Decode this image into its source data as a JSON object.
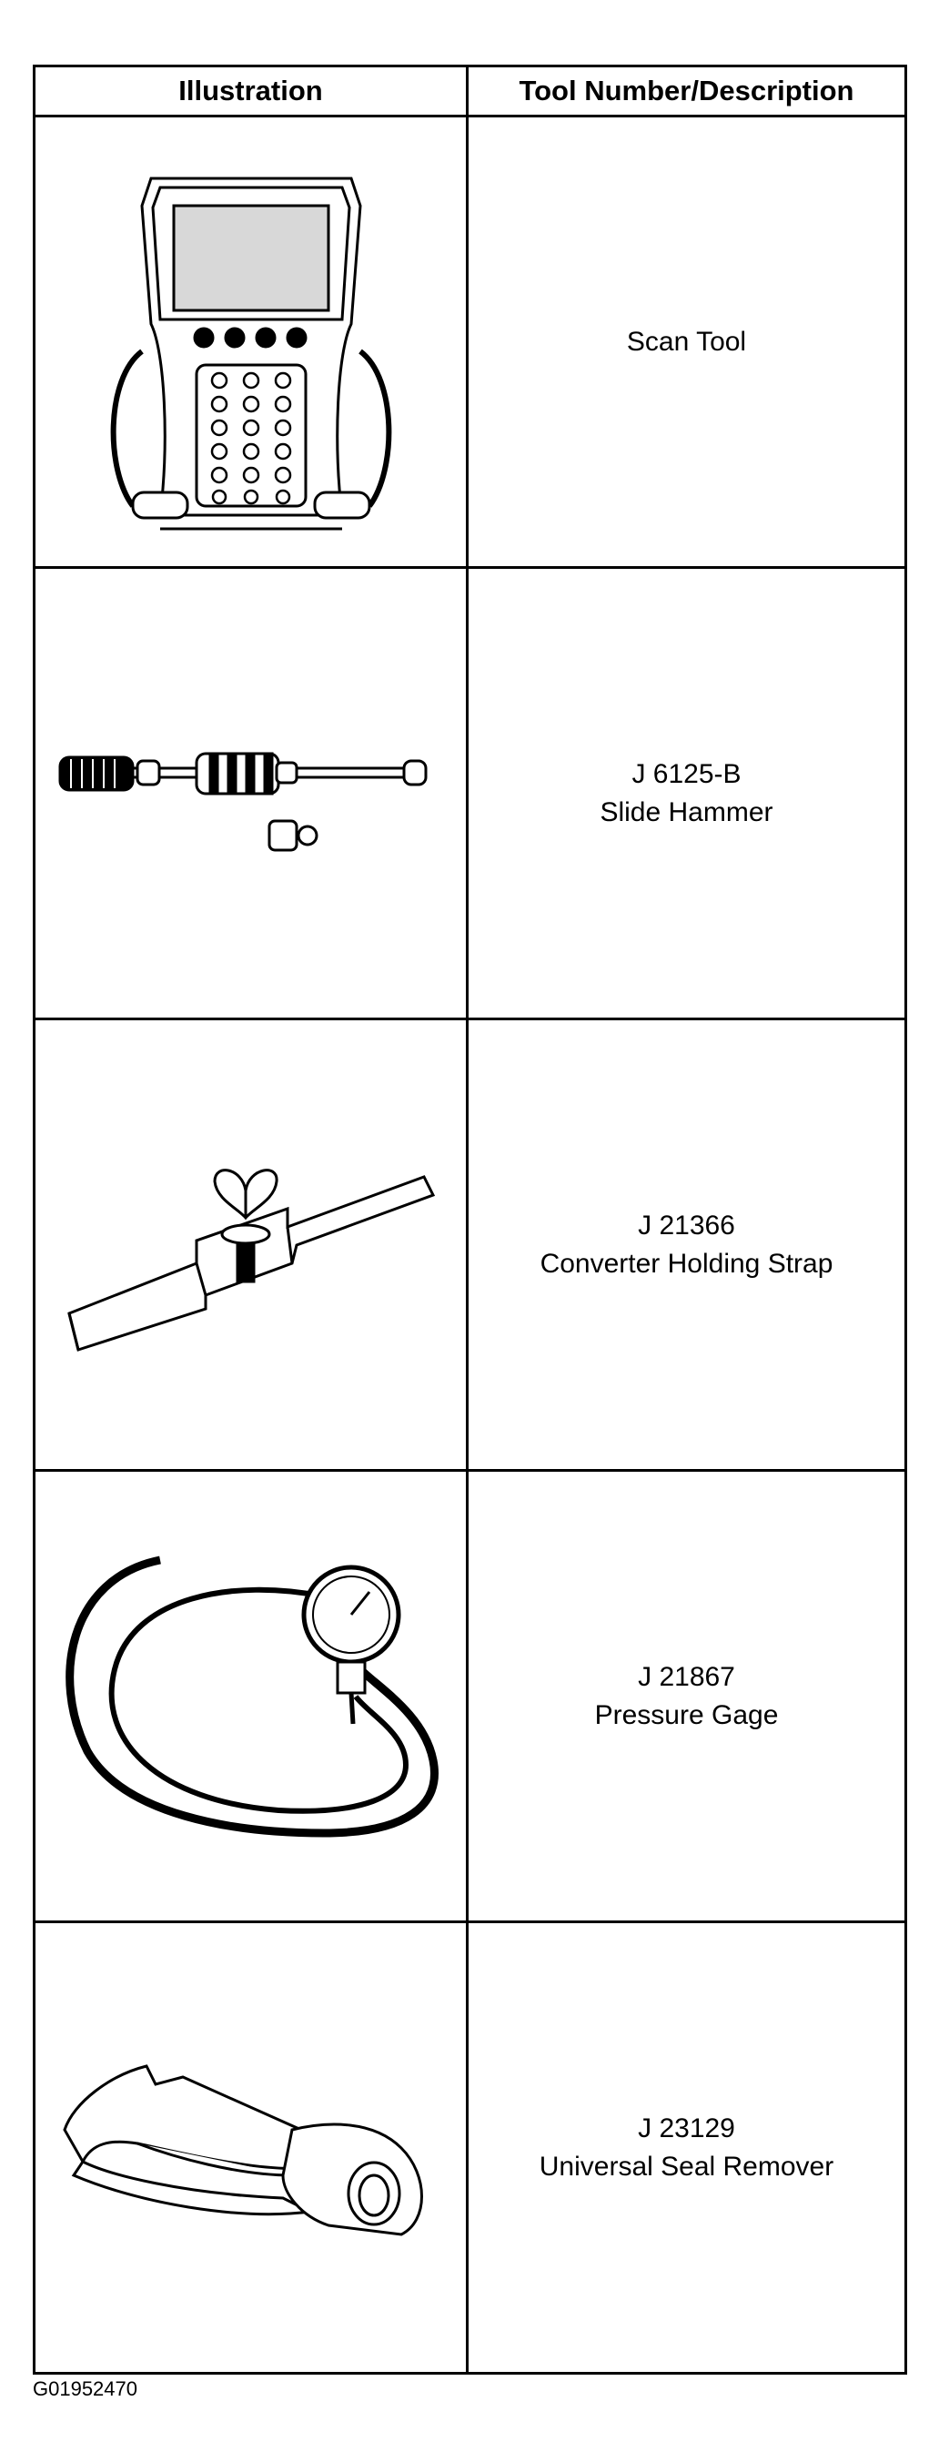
{
  "table": {
    "headers": {
      "illustration": "Illustration",
      "tool": "Tool Number/Description"
    },
    "rows": [
      {
        "number": "",
        "description": "Scan Tool",
        "icon": "scan-tool-icon"
      },
      {
        "number": "J 6125-B",
        "description": "Slide Hammer",
        "icon": "slide-hammer-icon"
      },
      {
        "number": "J 21366",
        "description": "Converter Holding Strap",
        "icon": "converter-holding-strap-icon"
      },
      {
        "number": "J 21867",
        "description": "Pressure Gage",
        "icon": "pressure-gage-icon"
      },
      {
        "number": "J 23129",
        "description": "Universal Seal Remover",
        "icon": "universal-seal-remover-icon"
      }
    ]
  },
  "caption": "G01952470"
}
